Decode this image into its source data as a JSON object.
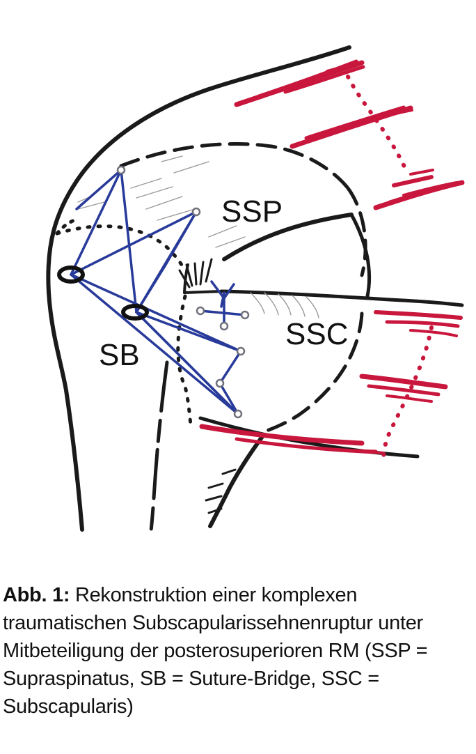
{
  "diagram": {
    "labels": {
      "ssp": "SSP",
      "ssc": "SSC",
      "sb": "SB"
    },
    "colors": {
      "outline": "#1a1a1a",
      "suture": "#283a9a",
      "muscle": "#c8163c",
      "hatch": "#9a9a9a"
    }
  },
  "caption": {
    "label": "Abb. 1:",
    "text": "Rekonstruktion einer komplexen traumatischen Subscapularissehnenruptur unter Mitbeteiligung der posterosuperioren RM (SSP = Supraspinatus, SB = Suture-Bridge, SSC = Subscapularis)"
  }
}
